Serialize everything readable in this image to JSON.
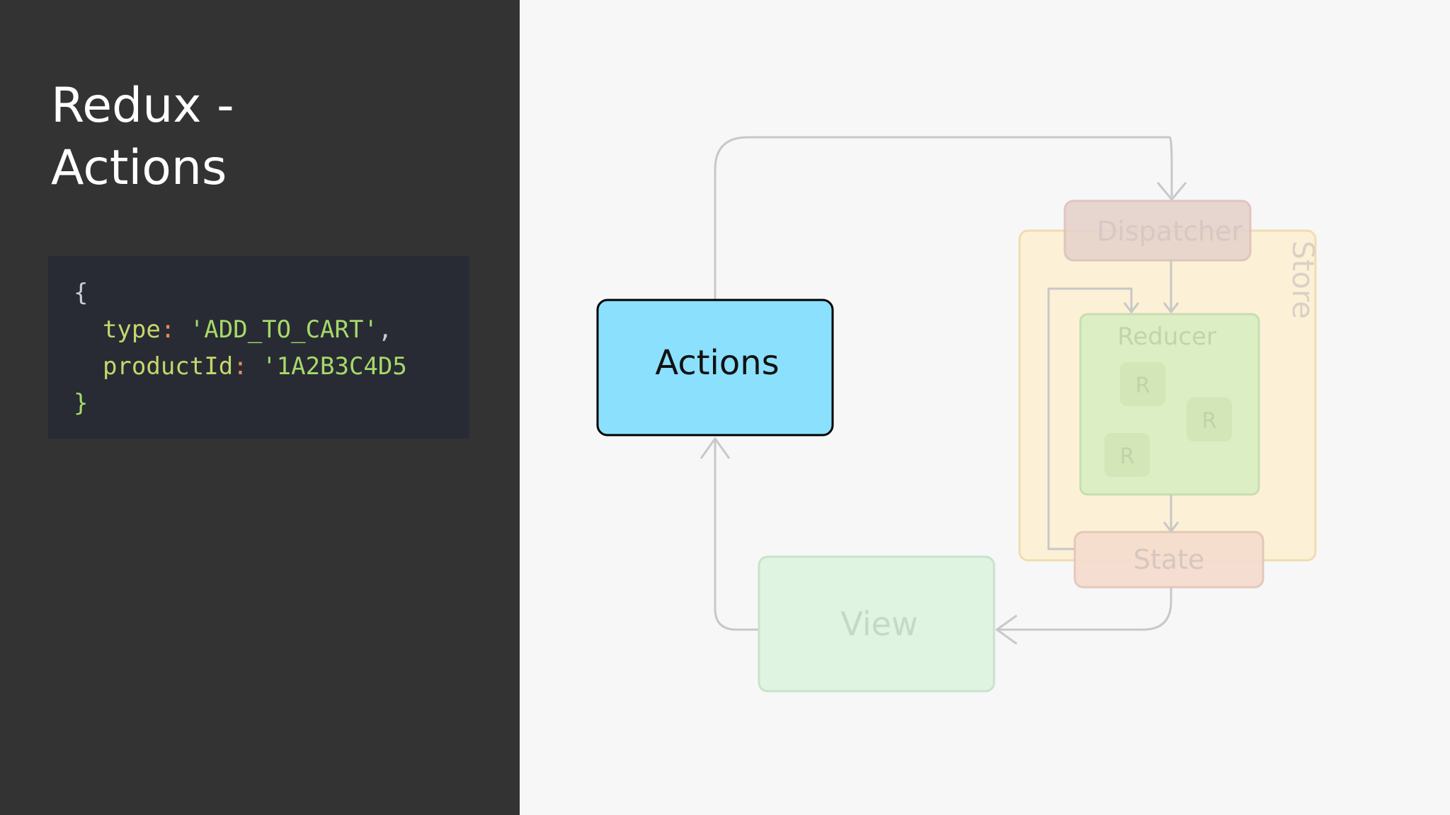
{
  "slide": {
    "title_line1": "Redux -",
    "title_line2": "Actions"
  },
  "code": {
    "open_brace": "{",
    "type_key": "type",
    "type_value": "'ADD_TO_CART'",
    "type_comma": ",",
    "product_key": "productId",
    "product_value": "'1A2B3C4D5",
    "close_brace": "}"
  },
  "diagram": {
    "actions_label": "Actions",
    "dispatcher_label": "Dispatcher",
    "store_label": "Store",
    "reducer_label": "Reducer",
    "reducer_items": [
      "R",
      "R",
      "R"
    ],
    "state_label": "State",
    "view_label": "View"
  },
  "colors": {
    "actions_fill": "#8ae0fd",
    "dispatcher_fill": "#e6d2cb",
    "store_fill": "#fcf1d6",
    "reducer_fill": "#dceec4",
    "state_fill": "#f5dccd",
    "view_fill": "#dff4e1",
    "connector": "#c8c8c8"
  }
}
